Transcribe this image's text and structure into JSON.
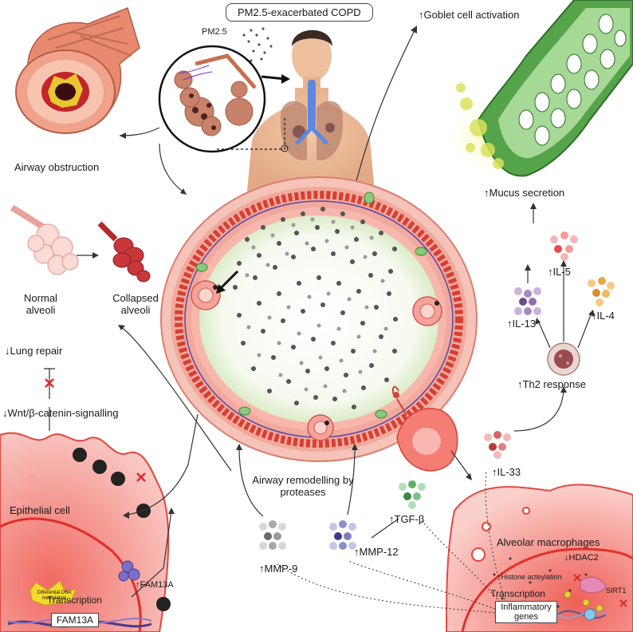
{
  "title": "PM2.5-exacerbated COPD",
  "labels": {
    "pm25": "PM2.5",
    "goblet": "Goblet cell activation",
    "airway_obstruction": "Airway obstruction",
    "mucus": "Mucus secretion",
    "normal_alveoli": "Normal alveoli",
    "collapsed_alveoli": "Collapsed alveoli",
    "lung_repair": "Lung repair",
    "wnt": "Wnt/β-catenin-signalling",
    "il13": "IL-13",
    "il5": "IL-5",
    "il4": "IL-4",
    "th2": "Th2 response",
    "il33": "IL-33",
    "epithelial_cell": "Epithelial cell",
    "airway_remodelling": "Airway remodelling by proteases",
    "tgfb": "TGF-β",
    "mmp12": "MMP-12",
    "mmp9": "MMP-9",
    "alveolar_macrophages": "Alveolar macrophages",
    "hdac2": "HDAC2",
    "histone": "Histone acteylation",
    "sirt1": "SIRT1",
    "transcription_right": "Transcription",
    "inflammatory_genes": "Inflammatory genes",
    "dna_methylation": "Differential DNA methylation",
    "fam13a_protein": "FAM13A",
    "transcription_left": "Transcription",
    "fam13a_gene": "FAM13A"
  },
  "colors": {
    "accent_red": "#d9342b",
    "tissue_pink": "#f2b7b0",
    "green_tissue": "#4e9a3a",
    "mucus_yellow": "#d8e46a",
    "airway_blue": "#3d6fd0"
  }
}
